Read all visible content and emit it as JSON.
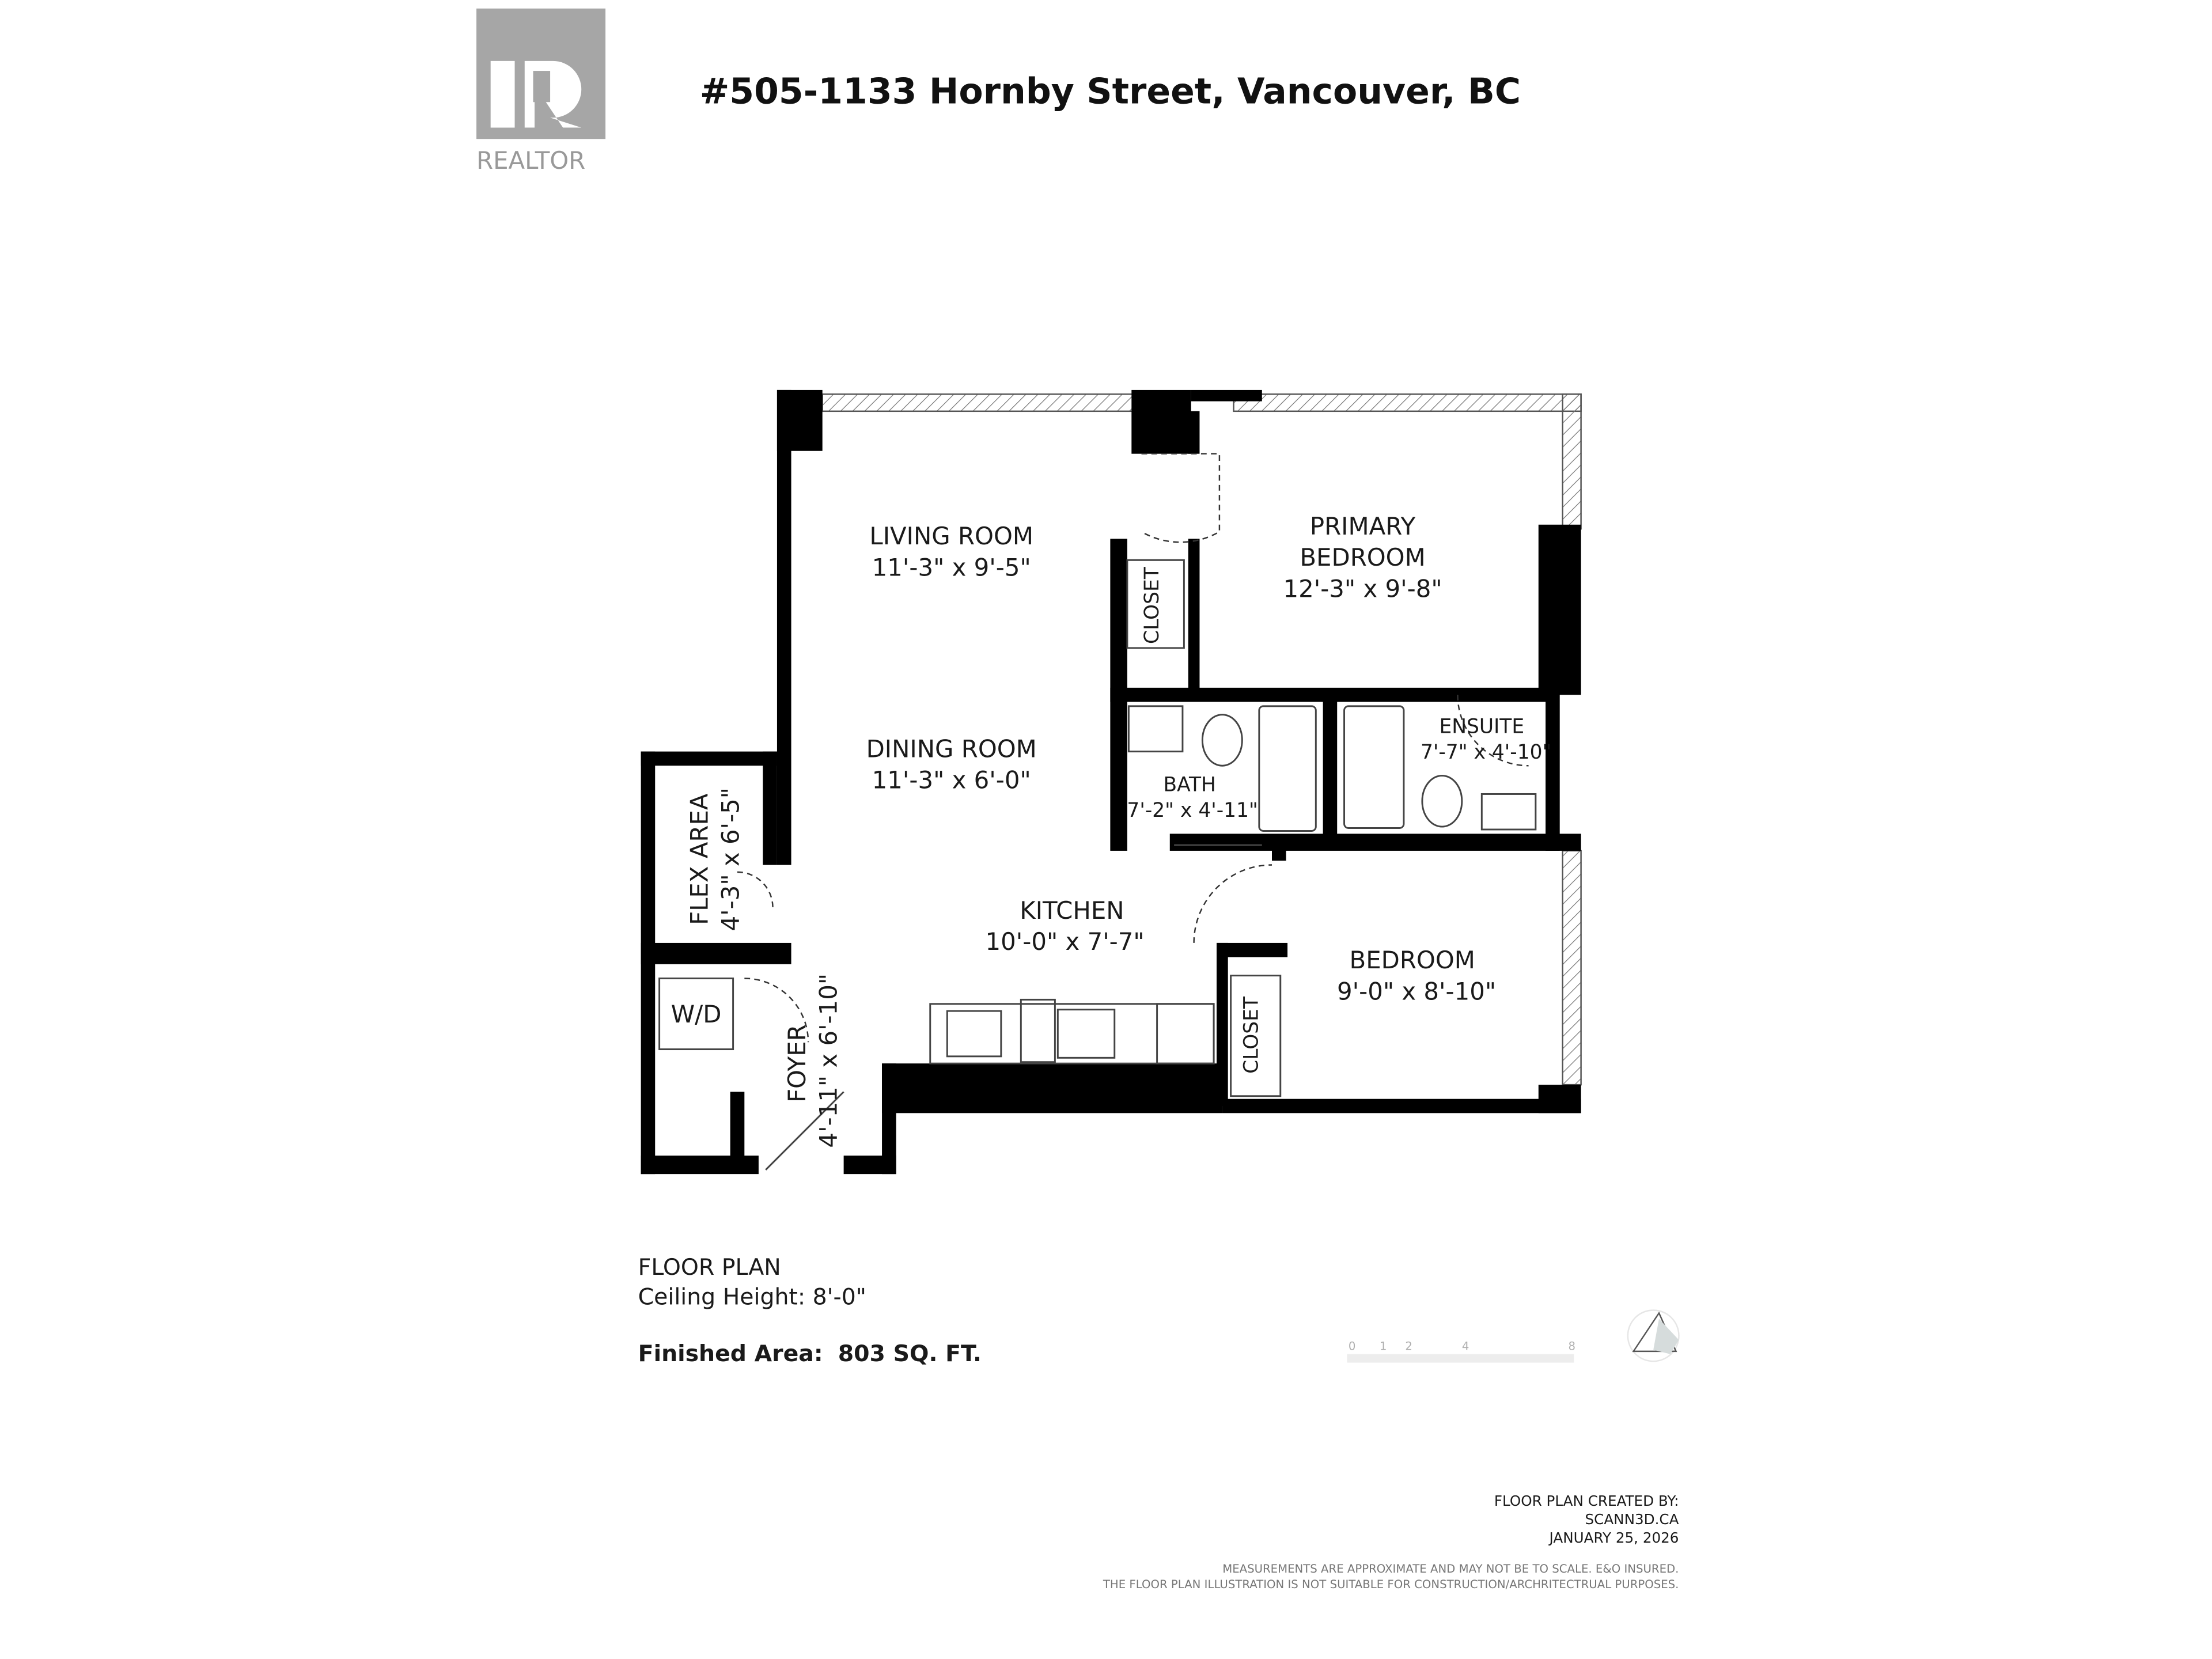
{
  "header": {
    "logo_text": "REALTOR",
    "logo_mark": "R",
    "address": "#505-1133 Hornby Street, Vancouver, BC"
  },
  "rooms": {
    "living": {
      "name": "LIVING ROOM",
      "size": "11'-3\" x 9'-5\""
    },
    "dining": {
      "name": "DINING ROOM",
      "size": "11'-3\" x 6'-0\""
    },
    "primary": {
      "name1": "PRIMARY",
      "name2": "BEDROOM",
      "size": "12'-3\" x 9'-8\""
    },
    "closet1": {
      "name": "CLOSET"
    },
    "bath": {
      "name": "BATH",
      "size": "7'-2\" x 4'-11\""
    },
    "ensuite": {
      "name": "ENSUITE",
      "size": "7'-7\" x 4'-10\""
    },
    "flex": {
      "name": "FLEX AREA",
      "size": "4'-3\" x 6'-5\""
    },
    "kitchen": {
      "name": "KITCHEN",
      "size": "10'-0\" x 7'-7\""
    },
    "bedroom": {
      "name": "BEDROOM",
      "size": "9'-0\" x 8'-10\""
    },
    "closet2": {
      "name": "CLOSET"
    },
    "wd": {
      "name": "W/D"
    },
    "foyer": {
      "name": "FOYER",
      "size": "4'-11\" x 6'-10\""
    }
  },
  "info": {
    "title": "FLOOR PLAN",
    "ceiling": "Ceiling Height: 8'-0\"",
    "area_label": "Finished Area:",
    "area_value": "803 SQ. FT."
  },
  "scale_bar": {
    "ticks": [
      "0",
      "1",
      "2",
      "4",
      "8"
    ]
  },
  "icons": {
    "compass": "north-arrow-icon"
  },
  "credits": {
    "line1": "FLOOR PLAN CREATED BY:",
    "line2": "SCANN3D.CA",
    "line3": "JANUARY 25, 2026",
    "disclaimer1": "MEASUREMENTS ARE APPROXIMATE AND MAY NOT BE TO SCALE. E&O INSURED.",
    "disclaimer2": "THE FLOOR PLAN ILLUSTRATION IS NOT SUITABLE FOR CONSTRUCTION/ARCHRITECTRUAL PURPOSES."
  },
  "colors": {
    "logo_gray": "#a6a6a6",
    "wall": "#000000",
    "text": "#1a1a1a"
  }
}
